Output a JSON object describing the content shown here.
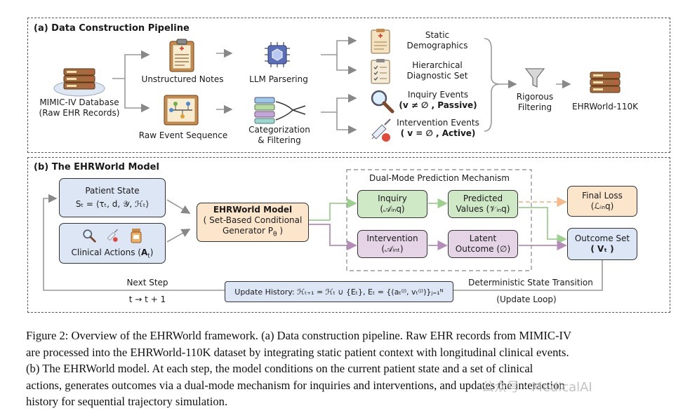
{
  "panel_a": {
    "title": "(a) Data Construction Pipeline",
    "source": {
      "line1": "MIMIC-IV Database",
      "line2": "(Raw EHR Records)"
    },
    "notes": "Unstructured Notes",
    "events": "Raw Event Sequence",
    "llm": "LLM Parsering",
    "categorization": {
      "line1": "Categorization",
      "line2": "& Filtering"
    },
    "static": {
      "line1": "Static",
      "line2": "Demographics"
    },
    "hierarchical": {
      "line1": "Hierarchical",
      "line2": "Diagnostic Set"
    },
    "inquiry": {
      "line1": "Inquiry Events",
      "line2": "(v ≠ ∅ , Passive)"
    },
    "intervention": {
      "line1": "Intervention Events",
      "line2": "( v = ∅ , Active)"
    },
    "rigorous": {
      "line1": "Rigorous",
      "line2": "Filtering"
    },
    "output": "EHRWorld-110K"
  },
  "panel_b": {
    "title": "(b) The EHRWorld Model",
    "patient_state": {
      "line1": "Patient State",
      "line2": "Sₜ = ⟨τₜ, d, 𝒴, ℋₜ⟩"
    },
    "clinical_actions": {
      "label": "Clinical Actions (",
      "bold": "A",
      "sub": "t",
      "close": ")"
    },
    "model": {
      "line1": "EHRWorld Model",
      "line2": "( Set-Based Conditional",
      "line3": "Generator P",
      "sub": "θ",
      "close": " )"
    },
    "dual_mode_title": "Dual-Mode Prediction Mechanism",
    "inquiry": {
      "line1": "Inquiry",
      "line2": "(𝒜ᵢₙq)"
    },
    "predicted": {
      "line1": "Predicted",
      "line2": "Values (𝒱ᵢₙq)"
    },
    "intervention": {
      "line1": "Intervention",
      "line2": "(𝒜ᵢₙₜ)"
    },
    "latent": {
      "line1": "Latent",
      "line2": "Outcome (∅)"
    },
    "final_loss": {
      "line1": "Final Loss",
      "line2": "(ℒᵢₙq)"
    },
    "outcome_set": {
      "line1": "Outcome Set",
      "line2": "( Vₜ )"
    },
    "next_step": "Next Step",
    "t_step": "t → t + 1",
    "update_history": "Update History:  ℋₜ₊₁ = ℋₜ ∪ {Eₜ},   Eₜ = {(aₜ⁽ʲ⁾, vₜ⁽ʲ⁾)}ⱼ₌₁ᴺ",
    "deterministic": "Deterministic State Transition",
    "update_loop": "(Update Loop)"
  },
  "caption": {
    "l1": "Figure 2: Overview of the EHRWorld framework. (a) Data construction pipeline. Raw EHR records from MIMIC-IV",
    "l2": "are processed into the EHRWorld-110K dataset by integrating static patient context with longitudinal clinical events.",
    "l3": "(b) The EHRWorld model.  At each step, the model conditions on the current patient state and a set of clinical",
    "l4": "actions, generates outcomes via a dual-mode mechanism for inquiries and interventions, and updates the interaction",
    "l5": "history for sequential trajectory simulation."
  },
  "watermark": "公众号 · MedicalAI",
  "colors": {
    "blue": "#dce6f5",
    "green": "#cfe8c6",
    "purple": "#e4d4e6",
    "orange": "#fbe6cc",
    "arrow_green": "#9dcf8f",
    "arrow_purple": "#b58bb8",
    "arrow_orange": "#f5b98a"
  }
}
